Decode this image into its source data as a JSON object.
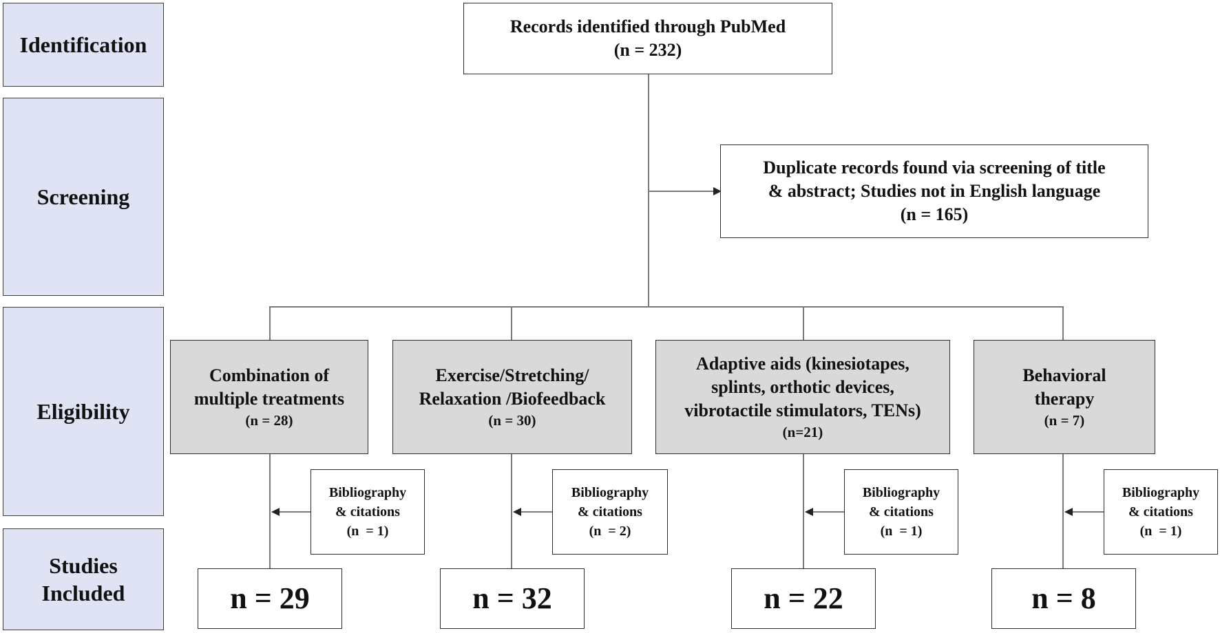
{
  "stages": {
    "identification": "Identification",
    "screening": "Screening",
    "eligibility": "Eligibility",
    "included_line1": "Studies",
    "included_line2": "Included"
  },
  "identified": {
    "title": "Records identified through PubMed",
    "count": "(n = 232)"
  },
  "excluded": {
    "line1": "Duplicate records found via screening of title",
    "line2": "& abstract; Studies not in English language",
    "count": "(n = 165)"
  },
  "categories": [
    {
      "line1": "Combination of",
      "line2": "multiple treatments",
      "count": "(n = 28)"
    },
    {
      "line1": "Exercise/Stretching/",
      "line2": "Relaxation /Biofeedback",
      "count": "(n = 30)"
    },
    {
      "line1": "Adaptive aids (kinesiotapes,",
      "line2": "splints, orthotic devices,",
      "line3": "vibrotactile stimulators, TENs)",
      "count": "(n=21)"
    },
    {
      "line1": "Behavioral",
      "line2": "therapy",
      "count": "(n = 7)"
    }
  ],
  "additions": [
    {
      "line1": "Bibliography",
      "line2": "& citations",
      "count": "(n  = 1)"
    },
    {
      "line1": "Bibliography",
      "line2": "& citations",
      "count": "(n  = 2)"
    },
    {
      "line1": "Bibliography",
      "line2": "& citations",
      "count": "(n  = 1)"
    },
    {
      "line1": "Bibliography",
      "line2": "& citations",
      "count": "(n  = 1)"
    }
  ],
  "included": [
    {
      "count": "n = 29"
    },
    {
      "count": "n = 32"
    },
    {
      "count": "n = 22"
    },
    {
      "count": "n = 8"
    }
  ]
}
